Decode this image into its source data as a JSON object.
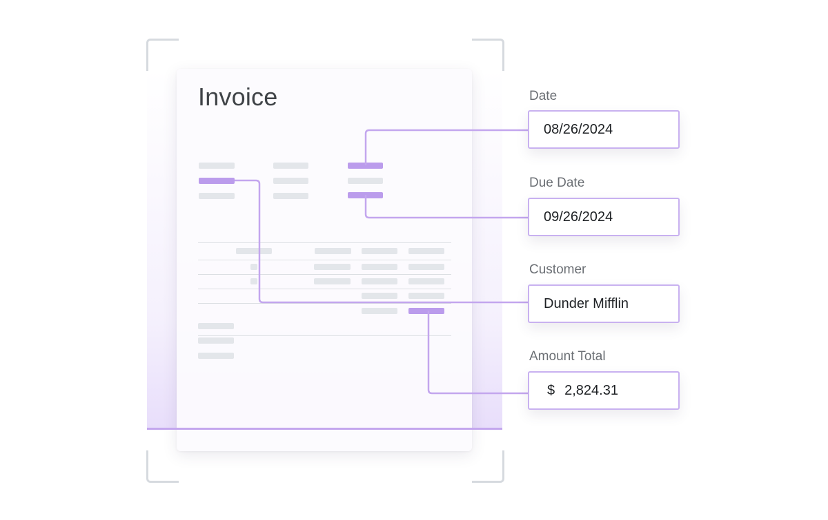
{
  "invoice": {
    "title": "Invoice"
  },
  "fields": [
    {
      "label": "Date",
      "value": "08/26/2024"
    },
    {
      "label": "Due Date",
      "value": "09/26/2024"
    },
    {
      "label": "Customer",
      "value": "Dunder Mifflin"
    },
    {
      "label": "Amount Total",
      "currency": "$",
      "value": "2,824.31"
    }
  ],
  "colors": {
    "accent": "#bb9cec",
    "connector": "#c3a6ee",
    "placeholder": "#e3e6ea",
    "frame": "#d6dadf"
  }
}
